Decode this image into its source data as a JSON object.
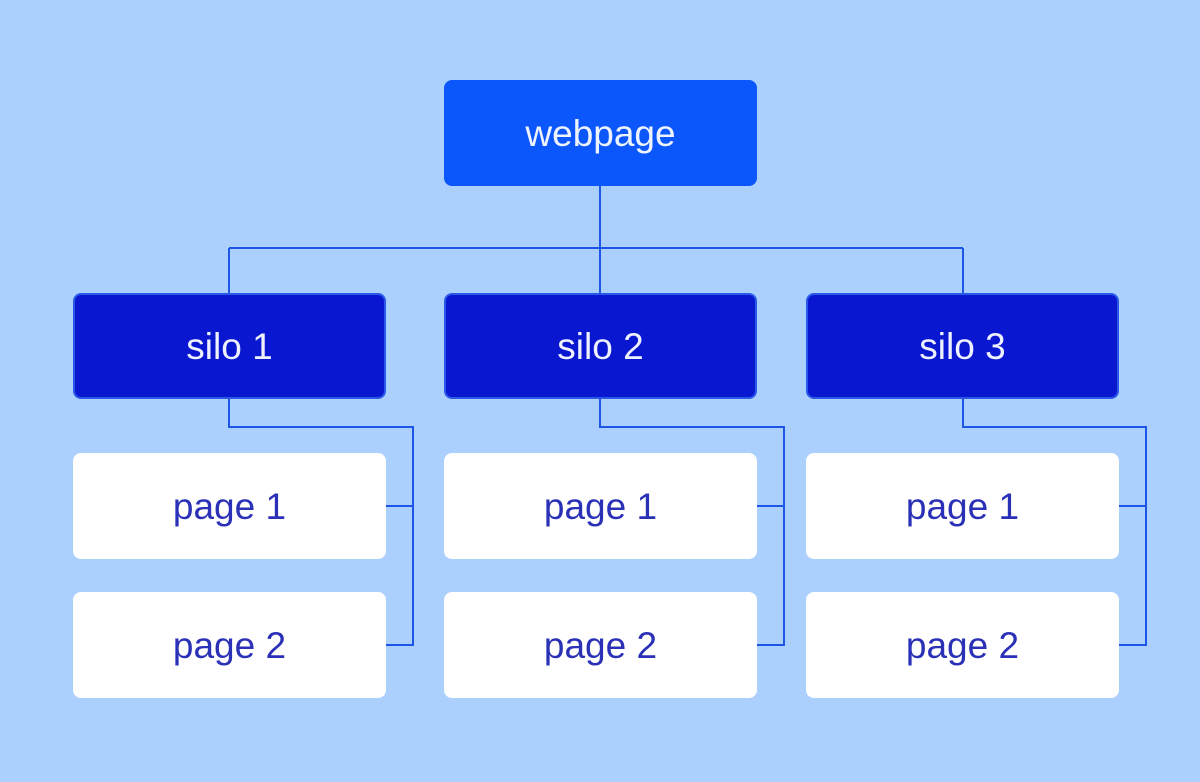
{
  "root": {
    "label": "webpage"
  },
  "silos": [
    {
      "label": "silo 1",
      "pages": [
        "page 1",
        "page 2"
      ]
    },
    {
      "label": "silo 2",
      "pages": [
        "page 1",
        "page 2"
      ]
    },
    {
      "label": "silo 3",
      "pages": [
        "page 1",
        "page 2"
      ]
    }
  ],
  "colors": {
    "background": "#acd0fe",
    "root_fill": "#0c57fb",
    "silo_fill": "#0a17d0",
    "page_fill": "#ffffff",
    "page_text": "#2b31b7",
    "connector": "#1d56e6"
  }
}
